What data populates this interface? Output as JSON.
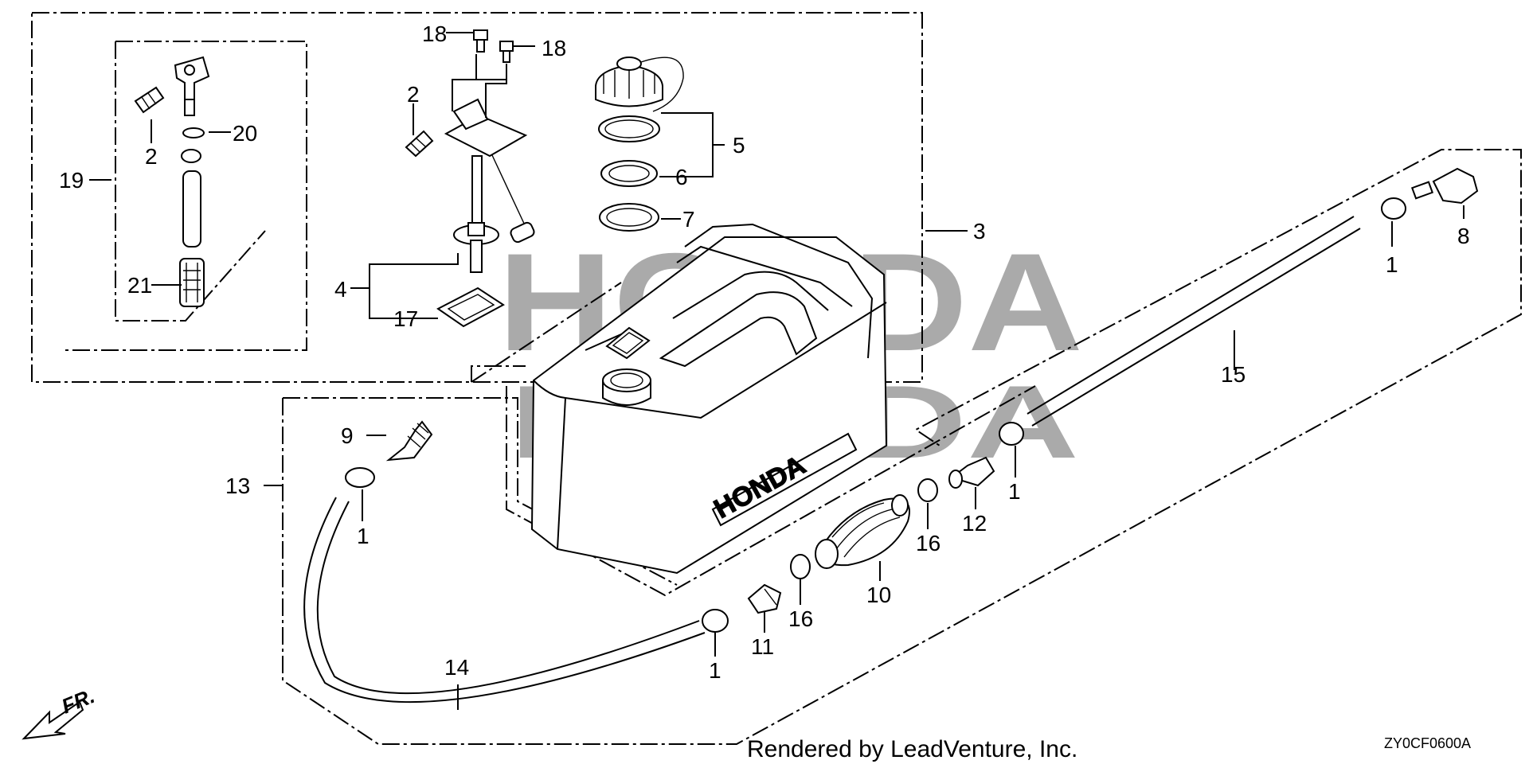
{
  "callouts": {
    "c1a": "1",
    "c1b": "1",
    "c1c": "1",
    "c1d": "1",
    "c2a": "2",
    "c2b": "2",
    "c3": "3",
    "c4": "4",
    "c5": "5",
    "c6": "6",
    "c7": "7",
    "c8": "8",
    "c9": "9",
    "c10": "10",
    "c11": "11",
    "c12": "12",
    "c13": "13",
    "c14": "14",
    "c15": "15",
    "c16a": "16",
    "c16b": "16",
    "c17": "17",
    "c18a": "18",
    "c18b": "18",
    "c19": "19",
    "c20": "20",
    "c21": "21"
  },
  "footer": {
    "credit": "Rendered by LeadVenture, Inc.",
    "diagram_code": "ZY0CF0600A",
    "front_label": "FR."
  },
  "tank_brand": "HONDA",
  "watermark": "HONDA"
}
